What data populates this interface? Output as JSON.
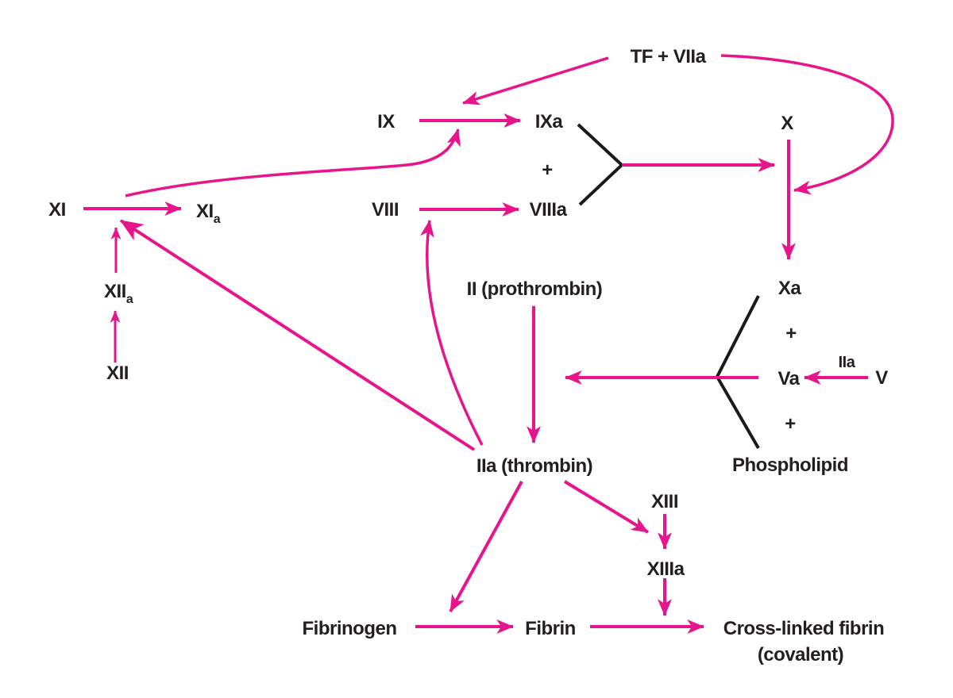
{
  "colors": {
    "arrow": "#e8148b",
    "bracket": "#1a1a1a",
    "text": "#231f20",
    "background": "#ffffff"
  },
  "nodes": {
    "tf_viia": "TF + VIIa",
    "ix": "IX",
    "ixa": "IXa",
    "plus_tenase": "+",
    "viii": "VIII",
    "viiia": "VIIIa",
    "x": "X",
    "xa": "Xa",
    "xi": "XI",
    "xia_main": "XI",
    "xia_sub": "a",
    "xiia_main": "XII",
    "xiia_sub": "a",
    "xii": "XII",
    "ii_prothrombin": "II (prothrombin)",
    "iia_thrombin": "IIa (thrombin)",
    "plus_upper": "+",
    "va": "Va",
    "iia_catalyst": "IIa",
    "v": "V",
    "plus_lower": "+",
    "phospholipid": "Phospholipid",
    "xiii": "XIII",
    "xiiia": "XIIIa",
    "fibrinogen": "Fibrinogen",
    "fibrin": "Fibrin",
    "crosslinked_fibrin": "Cross-linked fibrin",
    "covalent": "(covalent)"
  }
}
